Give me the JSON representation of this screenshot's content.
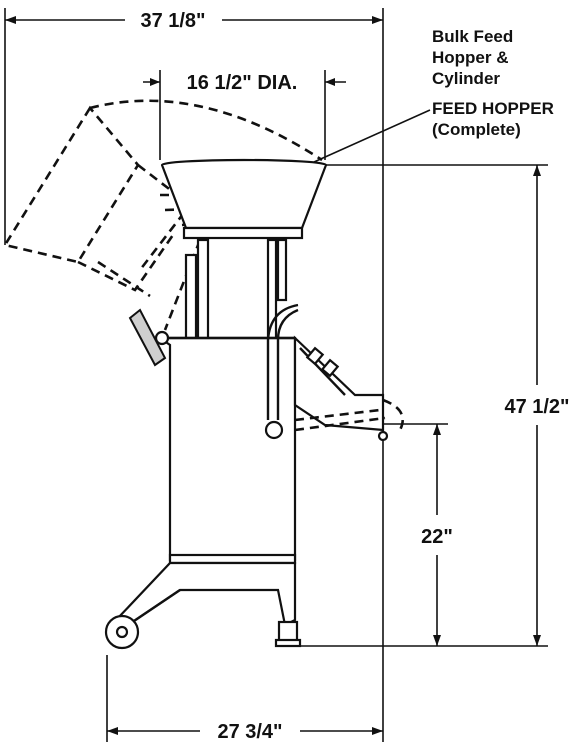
{
  "dimensions": {
    "overall_width": "37 1/8\"",
    "hopper_diameter": "16 1/2\" DIA.",
    "overall_height": "47 1/2\"",
    "outlet_height": "22\"",
    "base_width": "27 3/4\""
  },
  "callout": {
    "line1": "Bulk Feed",
    "line2": "Hopper &",
    "line3": "Cylinder",
    "line4": "FEED HOPPER",
    "line5": "(Complete)"
  }
}
